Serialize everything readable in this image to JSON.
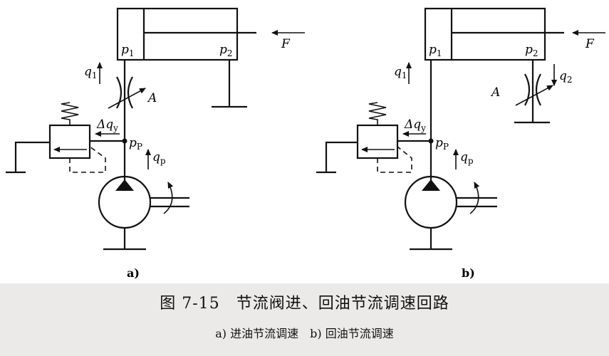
{
  "figure": {
    "title": "图 7-15　节流阀进、回油节流调速回路",
    "subtitle": "a) 进油节流调速　b) 回油节流调速"
  },
  "panel_a": {
    "label": "a)",
    "force": "F",
    "p1": "p",
    "p1_sub": "1",
    "p2": "p",
    "p2_sub": "2",
    "q1": "q",
    "q1_sub": "1",
    "throttle": "A",
    "dq": "Δq",
    "dq_sub": "y",
    "pp": "p",
    "pp_sub": "P",
    "qp": "q",
    "qp_sub": "p"
  },
  "panel_b": {
    "label": "b)",
    "force": "F",
    "p1": "p",
    "p1_sub": "1",
    "p2": "p",
    "p2_sub": "2",
    "q1": "q",
    "q1_sub": "1",
    "q2": "q",
    "q2_sub": "2",
    "throttle": "A",
    "dq": "Δq",
    "dq_sub": "y",
    "pp": "p",
    "pp_sub": "P",
    "qp": "q",
    "qp_sub": "p"
  }
}
